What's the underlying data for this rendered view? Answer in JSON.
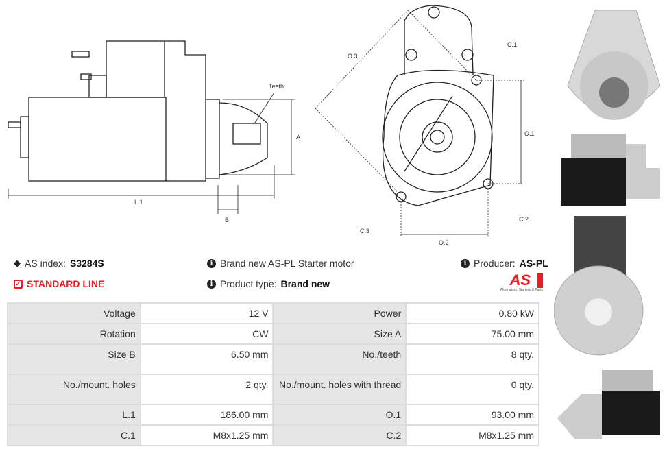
{
  "drawing_labels": {
    "teeth": "Teeth",
    "a": "A",
    "b": "B",
    "l1": "L.1",
    "o1": "O.1",
    "o2": "O.2",
    "o3": "O.3",
    "c1": "C.1",
    "c2": "C.2",
    "c3": "C.3"
  },
  "info": {
    "as_index_label": "AS index:",
    "as_index_value": "S3284S",
    "standard_line": "STANDARD LINE",
    "description": "Brand new AS-PL Starter motor",
    "product_type_label": "Product type:",
    "product_type_value": "Brand new",
    "producer_label": "Producer:",
    "producer_value": "AS-PL",
    "logo_text": "AS",
    "logo_tagline": "Alternators, Starters & Parts"
  },
  "colors": {
    "accent": "#e31e24"
  },
  "specs": [
    [
      "Voltage",
      "12 V",
      "Power",
      "0.80 kW"
    ],
    [
      "Rotation",
      "CW",
      "Size A",
      "75.00 mm"
    ],
    [
      "Size B",
      "6.50 mm",
      "No./teeth",
      "8 qty."
    ],
    [
      "No./mount. holes",
      "2 qty.",
      "No./mount. holes with thread",
      "0 qty."
    ],
    [
      "L.1",
      "186.00 mm",
      "O.1",
      "93.00 mm"
    ],
    [
      "C.1",
      "M8x1.25 mm",
      "C.2",
      "M8x1.25 mm"
    ]
  ]
}
